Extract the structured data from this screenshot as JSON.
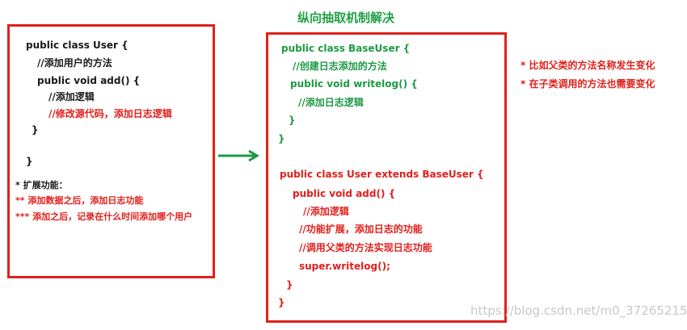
{
  "title": "纵向抽取机制解决",
  "left": {
    "code": [
      "public class User {",
      "//添加用户的方法",
      "public void add() {",
      "//添加逻辑",
      "//修改源代码，添加日志逻辑",
      "}",
      "}"
    ],
    "notes": [
      "* 扩展功能：",
      "** 添加数据之后，添加日志功能",
      "*** 添加之后，记录在什么时间添加哪个用户"
    ]
  },
  "right": {
    "code": [
      "public class BaseUser {",
      "//创建日志添加的方法",
      "public void writelog() {",
      "//添加日志逻辑",
      "}",
      "}",
      "public class User extends BaseUser {",
      "public void add() {",
      "//添加逻辑",
      "//功能扩展，添加日志的功能",
      "//调用父类的方法实现日志功能",
      "super.writelog();",
      "}",
      "}"
    ]
  },
  "side_notes": [
    "* 比如父类的方法名称发生变化",
    "* 在子类调用的方法也需要变化"
  ],
  "watermark": "https://blog.csdn.net/m0_37265215",
  "colors": {
    "border": "#e0201c",
    "green": "#1d9a44",
    "red": "#e0201c",
    "black": "#1a1a1a"
  }
}
